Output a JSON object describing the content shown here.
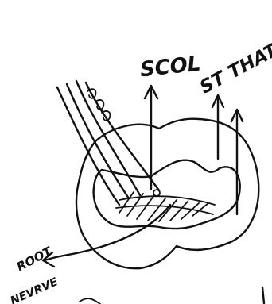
{
  "labels": {
    "tract_left": "SCOL",
    "tract_right": "ST THAT",
    "root_top": "ROOT",
    "root_bottom": "NEVRVE"
  }
}
